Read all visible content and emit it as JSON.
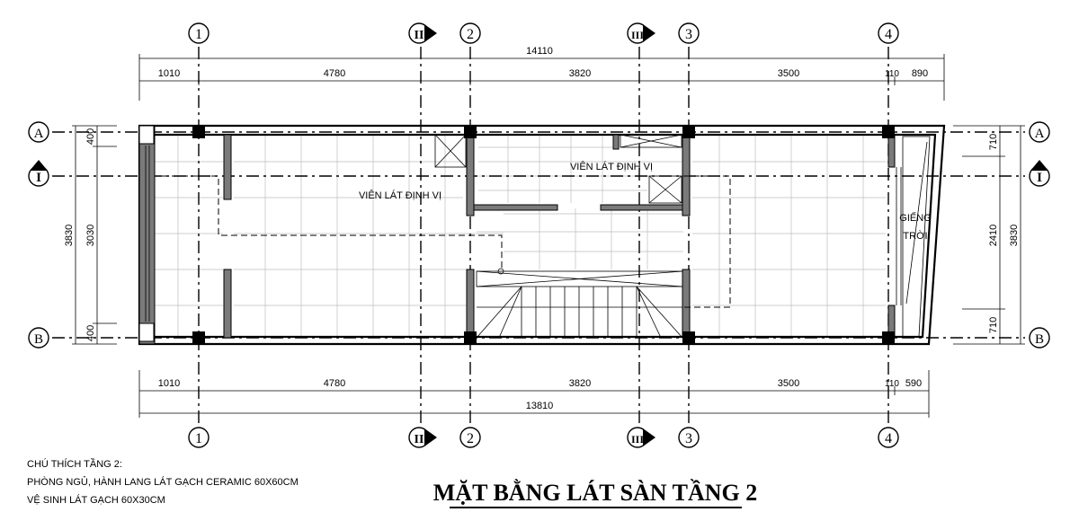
{
  "drawing": {
    "title": "MẶT BẰNG LÁT SÀN TẦNG 2",
    "notes": [
      "CHÚ THÍCH TẦNG 2:",
      "PHÒNG NGỦ, HÀNH LANG LÁT GẠCH CERAMIC 60X60CM",
      "VỆ SINH LÁT GẠCH 60X30CM"
    ]
  },
  "axes": {
    "vertical": [
      "1",
      "II",
      "2",
      "III",
      "3",
      "4"
    ],
    "horizontal": [
      "A",
      "I",
      "B"
    ]
  },
  "dimensions": {
    "top_total": "14110",
    "top_segments": [
      "1010",
      "4780",
      "3820",
      "3500",
      "110",
      "890"
    ],
    "bottom_total": "13810",
    "bottom_segments": [
      "1010",
      "4780",
      "3820",
      "3500",
      "110",
      "590"
    ],
    "left_total": "3830",
    "left_segments": [
      "400",
      "3030",
      "400"
    ],
    "right_total": "3830",
    "right_segments": [
      "710",
      "2410",
      "710"
    ]
  },
  "room_labels": {
    "tile_positioning_1": "VIÊN LÁT ĐỊNH VỊ",
    "tile_positioning_2": "VIÊN LÁT ĐỊNH VỊ",
    "skylight_line1": "GIẾNG",
    "skylight_line2": "TRỜI"
  },
  "colors": {
    "ink": "#000000",
    "tile_grid": "#bdbdbd",
    "background": "#ffffff"
  }
}
